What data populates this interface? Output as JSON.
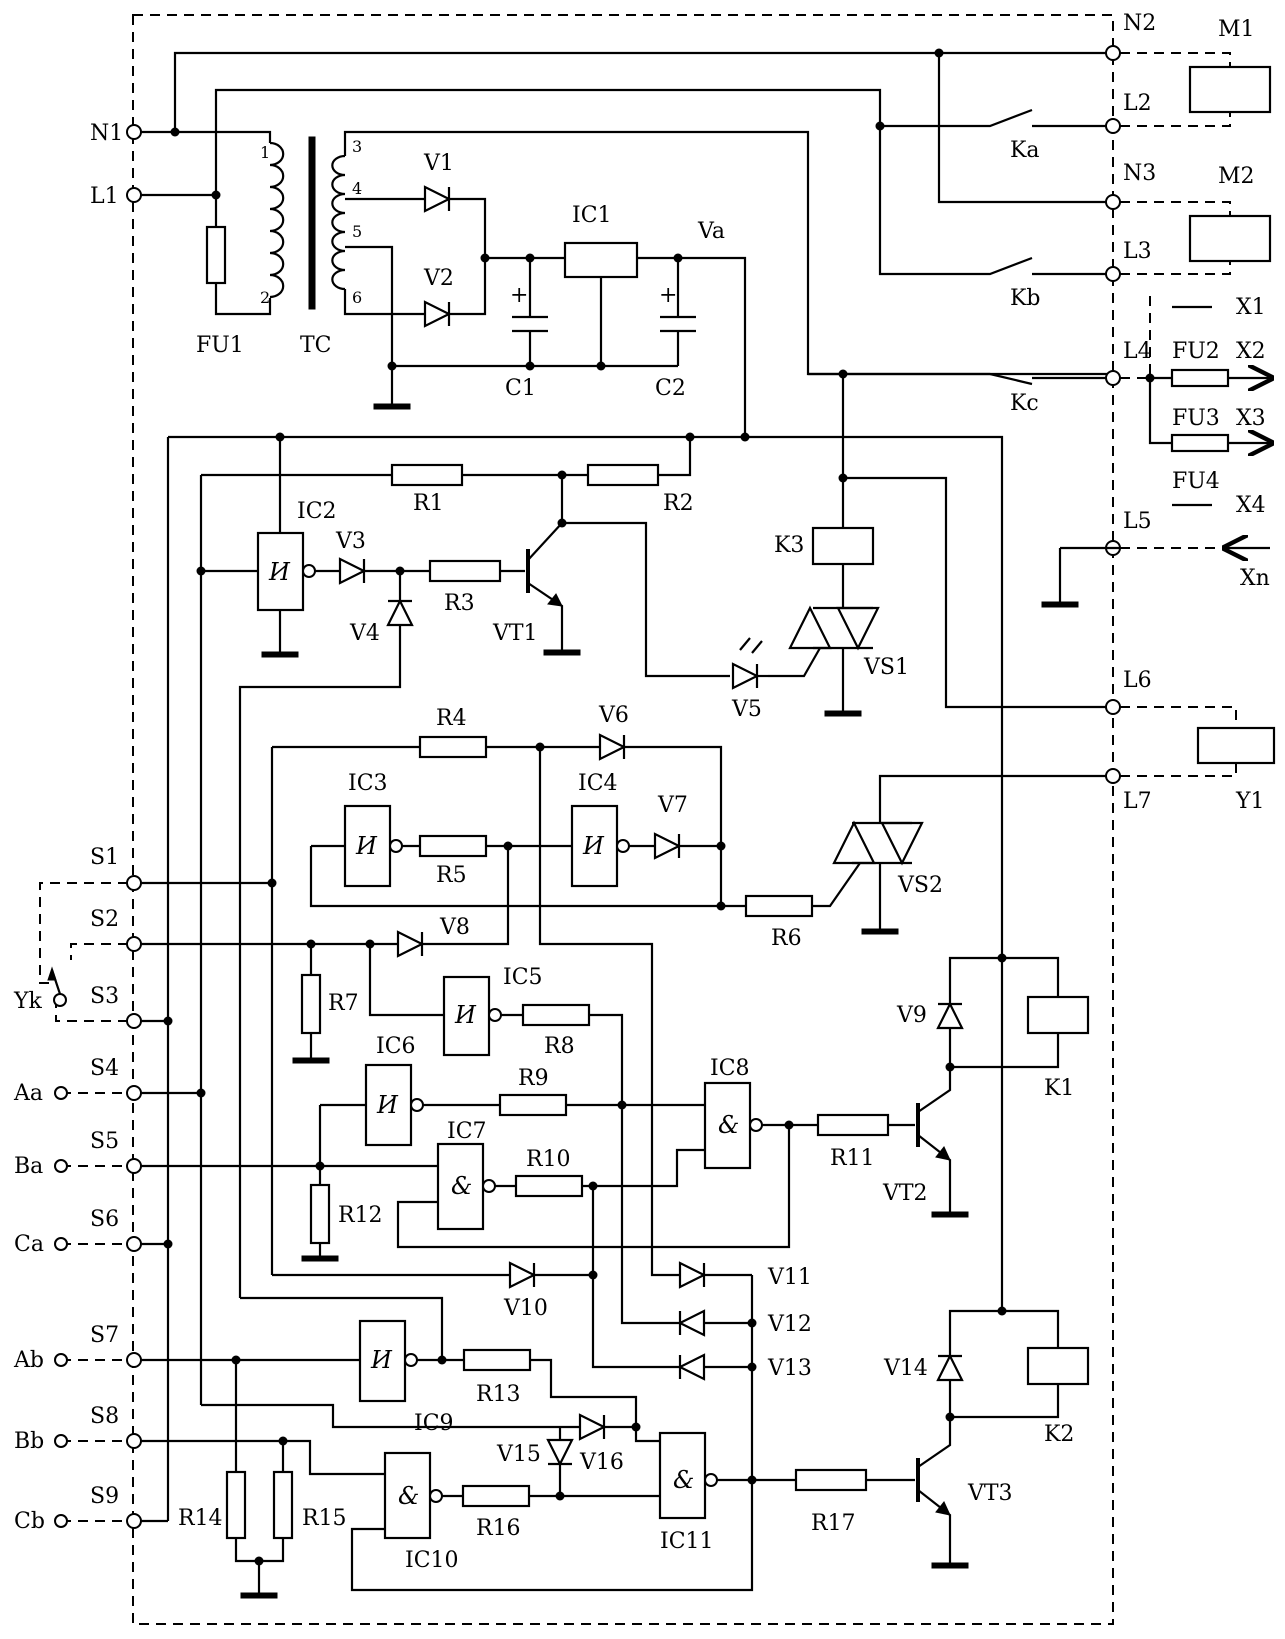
{
  "terminals": {
    "N1": "N1",
    "L1": "L1",
    "N2": "N2",
    "L2": "L2",
    "N3": "N3",
    "L3": "L3",
    "L4": "L4",
    "L5": "L5",
    "L6": "L6",
    "L7": "L7",
    "S1": "S1",
    "S2": "S2",
    "S3": "S3",
    "S4": "S4",
    "S5": "S5",
    "S6": "S6",
    "S7": "S7",
    "S8": "S8",
    "S9": "S9"
  },
  "external": {
    "M1": "M1",
    "M2": "M2",
    "Y1": "Y1",
    "Yk": "Yk",
    "X1": "X1",
    "X2": "X2",
    "X3": "X3",
    "X4": "X4",
    "Xn": "Xn",
    "Aa": "Aa",
    "Ba": "Ba",
    "Ca": "Ca",
    "Ab": "Ab",
    "Bb": "Bb",
    "Cb": "Cb"
  },
  "parts": {
    "FU1": "FU1",
    "TC": "TC",
    "V1": "V1",
    "V2": "V2",
    "C1": "C1",
    "C2": "C2",
    "IC1": "IC1",
    "Va": "Va",
    "Ka": "Ka",
    "Kb": "Kb",
    "Kc": "Kc",
    "FU2": "FU2",
    "FU3": "FU3",
    "FU4": "FU4",
    "IC2": "IC2",
    "V3": "V3",
    "R1": "R1",
    "R2": "R2",
    "R3": "R3",
    "V4": "V4",
    "VT1": "VT1",
    "K3": "K3",
    "VS1": "VS1",
    "V5": "V5",
    "R4": "R4",
    "V6": "V6",
    "IC3": "IC3",
    "IC4": "IC4",
    "R5": "R5",
    "V7": "V7",
    "R6": "R6",
    "VS2": "VS2",
    "V8": "V8",
    "R7": "R7",
    "IC5": "IC5",
    "R8": "R8",
    "IC6": "IC6",
    "R9": "R9",
    "IC7": "IC7",
    "R10": "R10",
    "R12": "R12",
    "IC8": "IC8",
    "R11": "R11",
    "VT2": "VT2",
    "V9": "V9",
    "K1": "K1",
    "V10": "V10",
    "V11": "V11",
    "V12": "V12",
    "V13": "V13",
    "IC9": "IC9",
    "R13": "R13",
    "V15": "V15",
    "V16": "V16",
    "IC10": "IC10",
    "R16": "R16",
    "IC11": "IC11",
    "R14": "R14",
    "R15": "R15",
    "R17": "R17",
    "VT3": "VT3",
    "V14": "V14",
    "K2": "K2"
  },
  "pins": {
    "p1": "1",
    "p2": "2",
    "p3": "3",
    "p4": "4",
    "p5": "5",
    "p6": "6"
  },
  "gate_symbols": {
    "schmitt": "И",
    "and": "&",
    "plus": "+"
  }
}
